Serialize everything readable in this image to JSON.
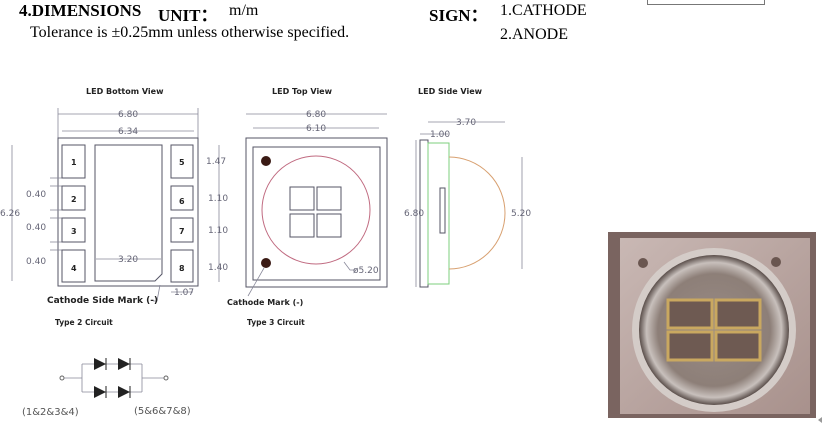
{
  "header": {
    "section_title": "4.DIMENSIONS",
    "unit_label": "UNIT：",
    "unit_value": "m/m",
    "tolerance": "Tolerance is ±0.25mm unless otherwise specified.",
    "sign_label": "SIGN：",
    "sign_items": [
      "1.CATHODE",
      "2.ANODE"
    ]
  },
  "drawings": {
    "bottom_view": {
      "title": "LED Bottom View",
      "dims": {
        "outer_width": "6.80",
        "inner_width": "6.34",
        "height": "6.26",
        "gap1": "0.40",
        "gap2": "0.40",
        "gap3": "0.40",
        "pad_center": "3.20",
        "pad5": "1.47",
        "pad6": "1.10",
        "pad7": "1.10",
        "pad8": "1.40",
        "pad_width": "1.07"
      },
      "pins": [
        "1",
        "2",
        "3",
        "4",
        "5",
        "6",
        "7",
        "8"
      ],
      "mark_label": "Cathode Side Mark (-)",
      "circuit_label": "Type 2 Circuit"
    },
    "top_view": {
      "title": "LED Top View",
      "dims": {
        "outer_width": "6.80",
        "inner_width": "6.10",
        "lens_diameter": "ø5.20"
      },
      "mark_label": "Cathode Mark (-)",
      "circuit_label": "Type 3 Circuit"
    },
    "side_view": {
      "title": "LED Side View",
      "dims": {
        "depth": "3.70",
        "base": "1.00",
        "height": "6.80",
        "lens_height": "5.20"
      }
    },
    "circuit": {
      "left_pins": "(1&2&3&4)",
      "right_pins": "(5&6&7&8)"
    }
  },
  "colors": {
    "photo_frame": "#b8a8a4",
    "lens_ring": "#c06a80",
    "side_green": "#7ccf7c"
  }
}
